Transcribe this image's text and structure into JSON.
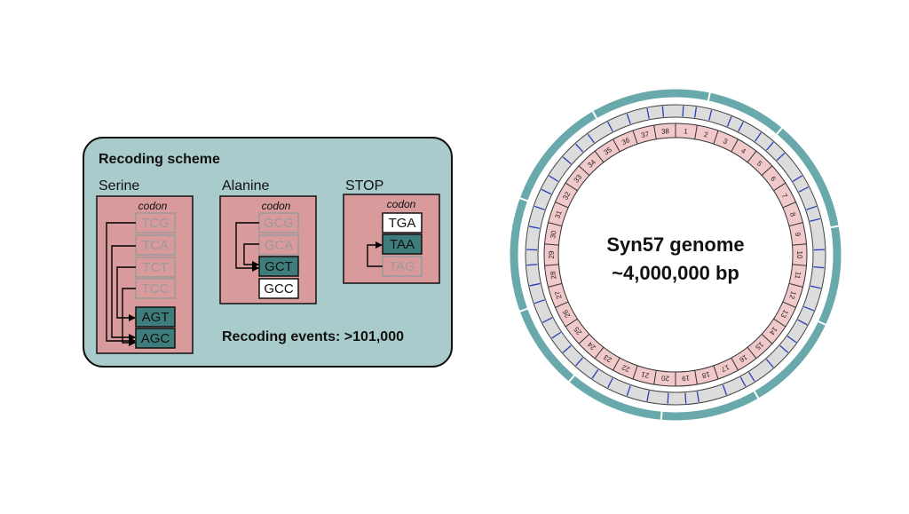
{
  "recoding": {
    "title": "Recoding scheme",
    "codon_label": "codon",
    "events_label": "Recoding events: >101,000",
    "groups": [
      {
        "name": "Serine",
        "codons": [
          {
            "text": "TCG",
            "state": "removed"
          },
          {
            "text": "TCA",
            "state": "removed"
          },
          {
            "text": "TCT",
            "state": "removed"
          },
          {
            "text": "TCC",
            "state": "removed"
          },
          {
            "text": "AGT",
            "state": "target"
          },
          {
            "text": "AGC",
            "state": "target"
          }
        ]
      },
      {
        "name": "Alanine",
        "codons": [
          {
            "text": "GCG",
            "state": "removed"
          },
          {
            "text": "GCA",
            "state": "removed"
          },
          {
            "text": "GCT",
            "state": "target"
          },
          {
            "text": "GCC",
            "state": "kept"
          }
        ]
      },
      {
        "name": "STOP",
        "codons": [
          {
            "text": "TGA",
            "state": "kept"
          },
          {
            "text": "TAA",
            "state": "target"
          },
          {
            "text": "TAG",
            "state": "removed"
          }
        ]
      }
    ]
  },
  "genome": {
    "title": "Syn57 genome",
    "size": "~4,000,000 bp",
    "segments": [
      "1",
      "2",
      "3",
      "4",
      "5",
      "6",
      "7",
      "8",
      "9",
      "10",
      "11",
      "12",
      "13",
      "14",
      "15",
      "16",
      "17",
      "18",
      "19",
      "20",
      "21",
      "22",
      "23",
      "24",
      "25",
      "26",
      "27",
      "28",
      "29",
      "30",
      "31",
      "32",
      "33",
      "34",
      "35",
      "36",
      "37",
      "38"
    ]
  },
  "colors": {
    "teal_bg": "#a9cbcb",
    "pink_box": "#d99a9c",
    "target_fill": "#3f7c7c",
    "removed_text": "#9a9a9a",
    "outer_ring": "#6aa9ab",
    "grey_ring": "#dcdcdc",
    "segment_ring": "#f1c9cb",
    "mark_blue": "#2a3fb8"
  }
}
